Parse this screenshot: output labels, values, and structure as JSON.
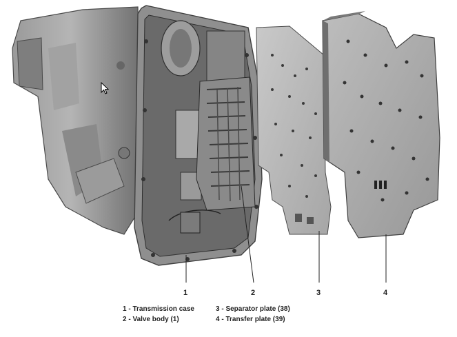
{
  "callouts": [
    {
      "number": "1"
    },
    {
      "number": "2"
    },
    {
      "number": "3"
    },
    {
      "number": "4"
    }
  ],
  "legend": {
    "item1": "1 - Transmission case",
    "item2": "2 - Valve body (1)",
    "item3": "3 - Separator plate (38)",
    "item4": "4 - Transfer plate (39)"
  },
  "colors": {
    "metal_dark": "#5a5a5a",
    "metal_mid": "#8c8c8c",
    "metal_light": "#c4c4c4",
    "plate": "#b9b9b9",
    "background": "#ffffff"
  },
  "icons": {
    "cursor": "mouse-pointer-icon"
  }
}
